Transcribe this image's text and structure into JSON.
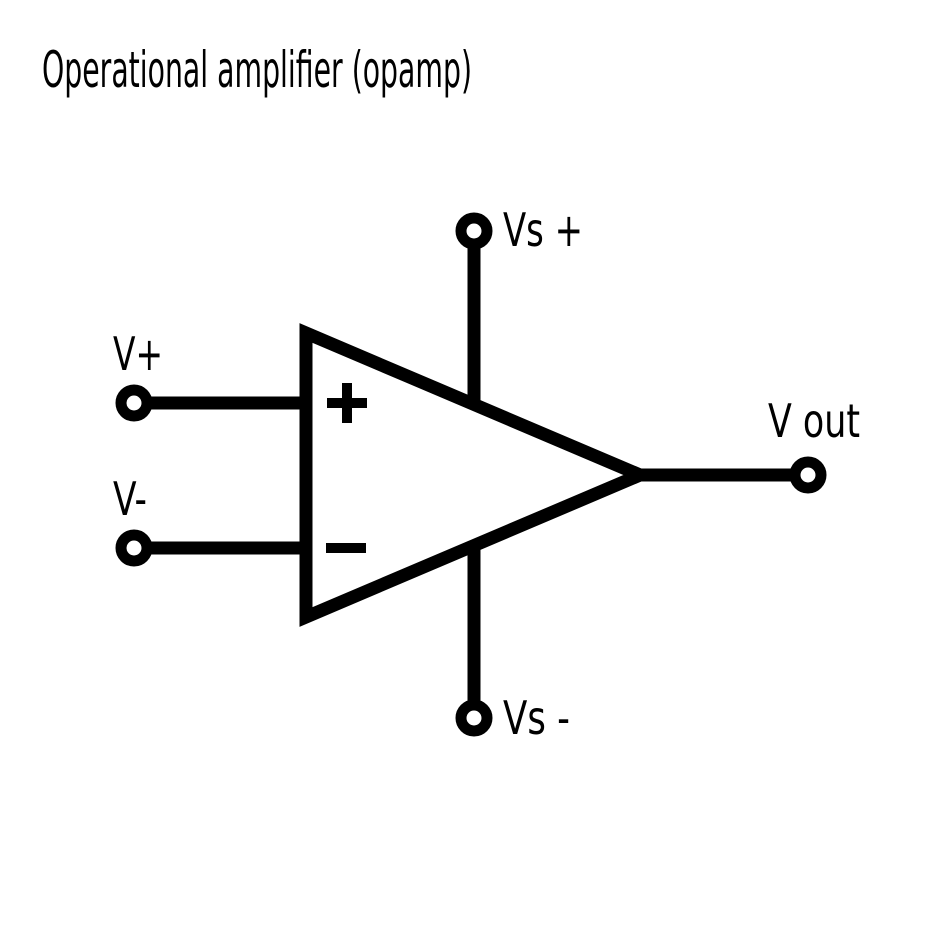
{
  "window": {
    "title": "Operational amplifier (opamp)"
  },
  "colors": {
    "ink": "#000000",
    "background": "#ffffff"
  },
  "diagram": {
    "component": "operational-amplifier-symbol",
    "labels": {
      "v_plus": "V+",
      "v_minus": "V-",
      "vs_plus": "Vs +",
      "vs_minus": "Vs -",
      "v_out": "V out"
    },
    "symbols": {
      "plus": "+",
      "minus": "−"
    },
    "terminals": [
      {
        "id": "non-inverting-input",
        "label": "V+"
      },
      {
        "id": "inverting-input",
        "label": "V-"
      },
      {
        "id": "positive-supply",
        "label": "Vs +"
      },
      {
        "id": "negative-supply",
        "label": "Vs -"
      },
      {
        "id": "output",
        "label": "V out"
      }
    ]
  }
}
